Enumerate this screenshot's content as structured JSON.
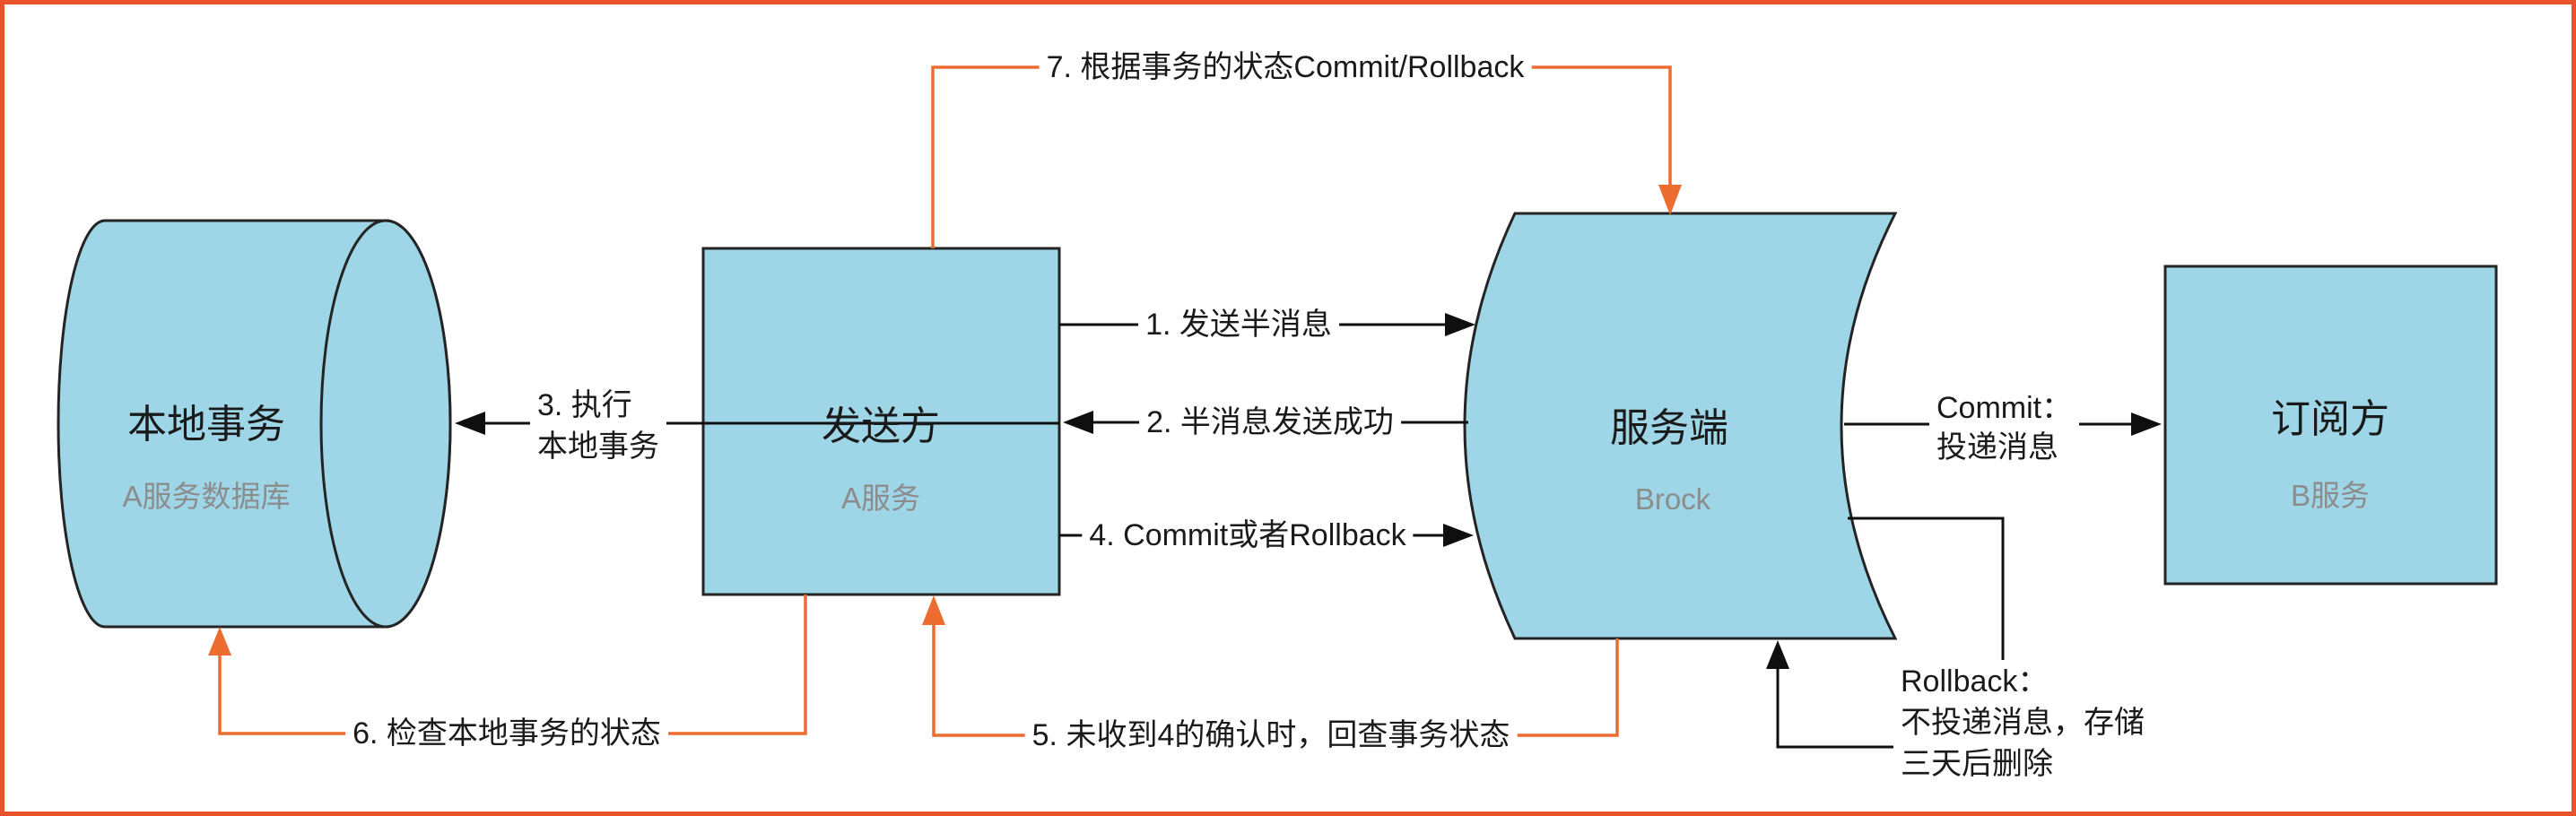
{
  "colors": {
    "node_fill": "#9ed6e7",
    "node_stroke": "#242424",
    "black_line": "#0f0f0f",
    "orange_line": "#ed6c30",
    "frame_border": "#e8532c",
    "subtitle_gray": "#8c8c8c",
    "label_text": "#1a1a1a",
    "background": "#ffffff"
  },
  "nodes": {
    "local_db": {
      "title": "本地事务",
      "subtitle": "A服务数据库"
    },
    "sender": {
      "title": "发送方",
      "subtitle": "A服务"
    },
    "server": {
      "title": "服务端",
      "subtitle": "Brock"
    },
    "subscriber": {
      "title": "订阅方",
      "subtitle": "B服务"
    }
  },
  "edge_labels": {
    "step1": "1. 发送半消息",
    "step2": "2. 半消息发送成功",
    "step3_line1": "3. 执行",
    "step3_line2": "本地事务",
    "step4": "4. Commit或者Rollback",
    "step5": "5. 未收到4的确认时，回查事务状态",
    "step6": "6. 检查本地事务的状态",
    "step7": "7. 根据事务的状态Commit/Rollback",
    "commit_line1": "Commit：",
    "commit_line2": "投递消息",
    "rollback_line1": "Rollback：",
    "rollback_line2": "不投递消息，存储",
    "rollback_line3": "三天后删除"
  }
}
